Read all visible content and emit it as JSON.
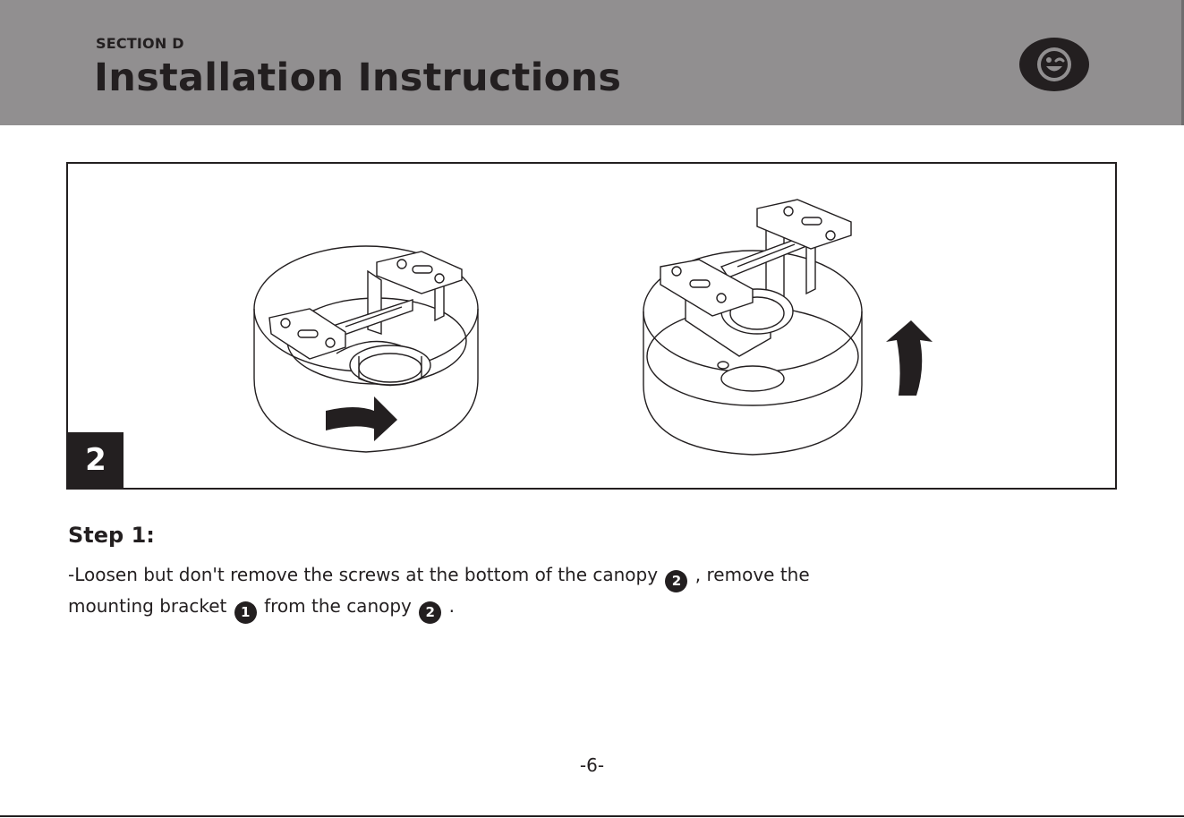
{
  "header": {
    "section_label": "SECTION D",
    "title": "Installation Instructions",
    "logo_icon": "winking-face-icon",
    "background_color": "#918f90"
  },
  "figure": {
    "step_number": "2",
    "arrows": [
      "rotate-right-arrow-icon",
      "lift-up-arrow-icon"
    ]
  },
  "step": {
    "heading": "Step 1:",
    "line1_text": "-Loosen but don't remove the screws at the bottom of the canopy",
    "line1_ref": "2",
    "line1_tail": ", remove the",
    "line2_text": "mounting bracket",
    "line2_ref1": "1",
    "line2_mid": "from the canopy",
    "line2_ref2": "2",
    "line2_tail": "."
  },
  "footer": {
    "page_number": "-6-"
  }
}
